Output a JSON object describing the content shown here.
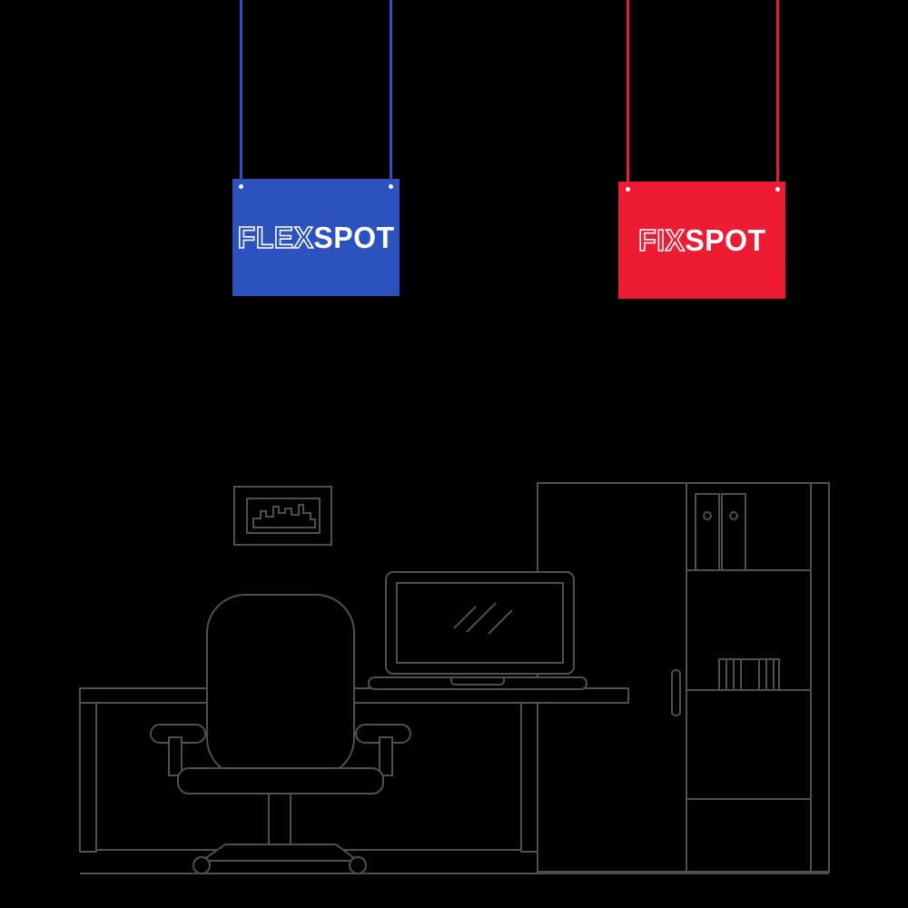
{
  "page": {
    "background": "#000000"
  },
  "signs": {
    "flex": {
      "text_outline": "FLEX",
      "text_solid": "SPOT",
      "color": "#2b52bf",
      "grommet_color": "#ffffff",
      "text_color": "#ffffff"
    },
    "fix": {
      "text_outline": "FIX",
      "text_solid": "SPOT",
      "color": "#ed1b34",
      "grommet_color": "#ffffff",
      "text_color": "#ffffff"
    }
  },
  "illustration": {
    "stroke_color": "#4f4f4f",
    "elements": [
      "picture-frame",
      "skyline-art",
      "cabinet",
      "cabinet-handle",
      "binders",
      "books",
      "desk",
      "laptop",
      "office-chair",
      "floor-line"
    ]
  }
}
